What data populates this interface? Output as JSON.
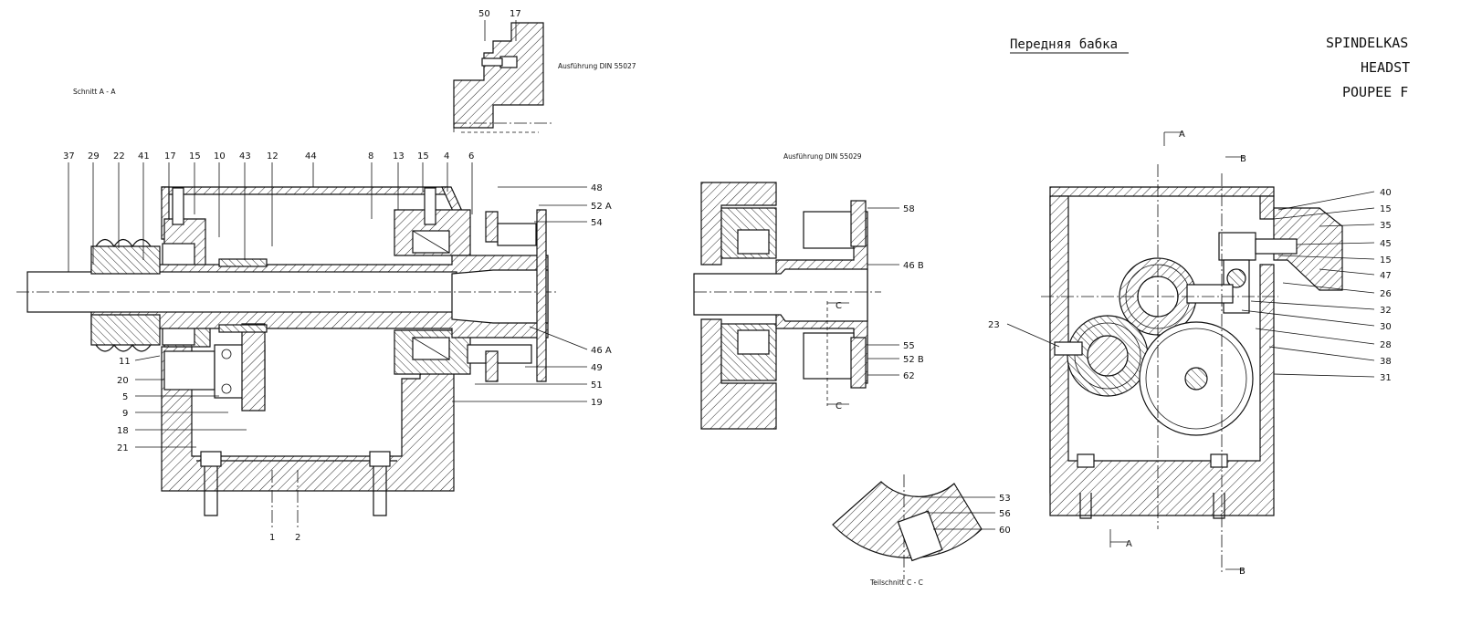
{
  "titles": {
    "russian": "Передняя бабка",
    "de": "SPINDELKAS",
    "en": "HEADST",
    "fr": "POUPEE F"
  },
  "section_labels": {
    "schnitt_aa": "Schnitt  A - A",
    "ausfuehrung_55027": "Ausführung  DIN 55027",
    "ausfuehrung_55029": "Ausführung  DIN 55029",
    "teilschnitt_cc": "Teilschnitt  C - C"
  },
  "section_marks": {
    "a": "A",
    "b": "B",
    "c": "C"
  },
  "callouts": {
    "top_detail": [
      "50",
      "17"
    ],
    "main_top": [
      "37",
      "29",
      "22",
      "41",
      "17",
      "15",
      "10",
      "43",
      "12",
      "44",
      "8",
      "13",
      "15",
      "4",
      "6"
    ],
    "main_right": [
      "48",
      "52 A",
      "54",
      "46 A",
      "49",
      "51",
      "19"
    ],
    "main_left": [
      "11",
      "20",
      "5",
      "9",
      "18",
      "21"
    ],
    "main_bottom": [
      "1",
      "2"
    ],
    "mid": [
      "58",
      "46 B",
      "55",
      "52 B",
      "62"
    ],
    "cc": [
      "53",
      "56",
      "60"
    ],
    "right_view": [
      "40",
      "15",
      "35",
      "45",
      "15",
      "47",
      "26",
      "32",
      "30",
      "28",
      "38",
      "31",
      "23"
    ]
  }
}
